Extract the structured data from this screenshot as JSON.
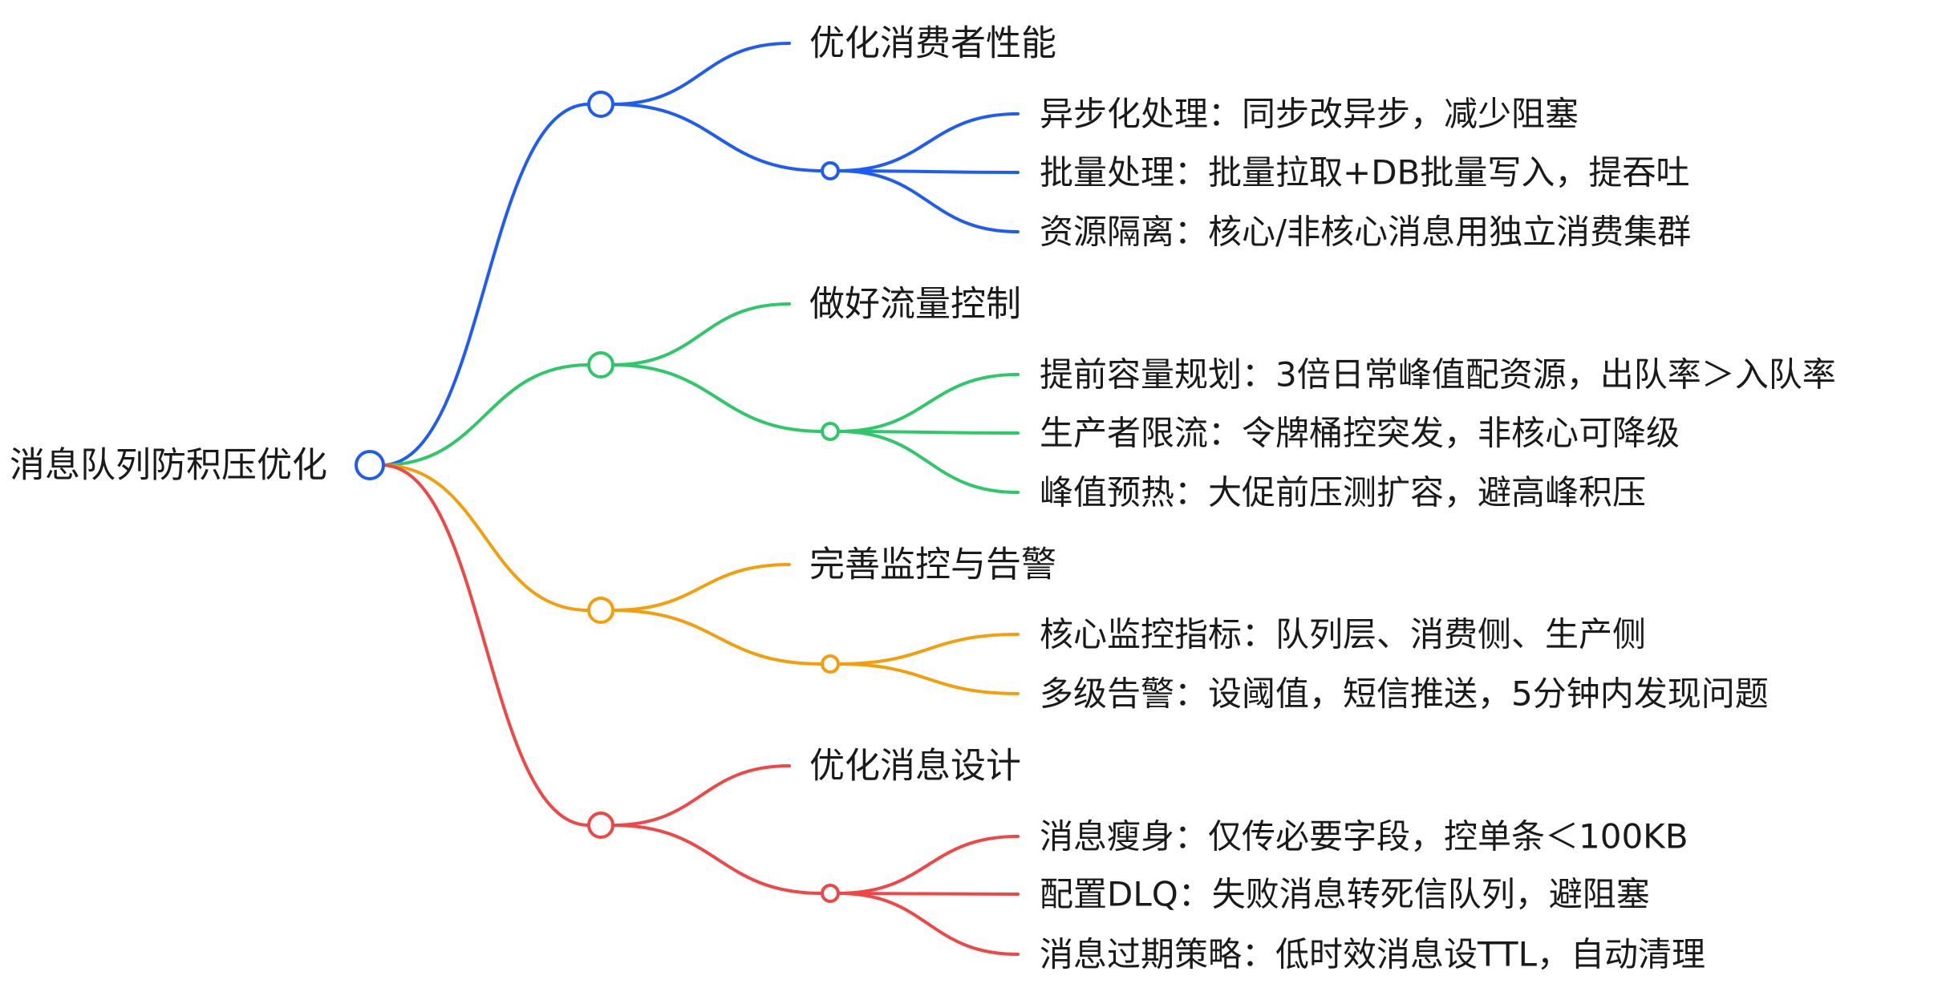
{
  "root": {
    "label": "消息队列防积压优化",
    "color": "#1f5cf5"
  },
  "branches": [
    {
      "label": "优化消费者性能",
      "color": "#1f5cf5",
      "icon": "node-circle",
      "items": [
        "异步化处理：同步改异步，减少阻塞",
        "批量处理：批量拉取+DB批量写入，提吞吐",
        "资源隔离：核心/非核心消息用独立消费集群"
      ]
    },
    {
      "label": "做好流量控制",
      "color": "#2ec76a",
      "icon": "node-circle",
      "items": [
        "提前容量规划：3倍日常峰值配资源，出队率＞入队率",
        "生产者限流：令牌桶控突发，非核心可降级",
        "峰值预热：大促前压测扩容，避高峰积压"
      ]
    },
    {
      "label": "完善监控与告警",
      "color": "#f59e0b",
      "icon": "node-circle",
      "items": [
        "核心监控指标：队列层、消费侧、生产侧",
        "多级告警：设阈值，短信推送，5分钟内发现问题"
      ]
    },
    {
      "label": "优化消息设计",
      "color": "#f04646",
      "icon": "node-circle",
      "items": [
        "消息瘦身：仅传必要字段，控单条＜100KB",
        "配置DLQ：失败消息转死信队列，避阻塞",
        "消息过期策略：低时效消息设TTL，自动清理"
      ]
    }
  ]
}
